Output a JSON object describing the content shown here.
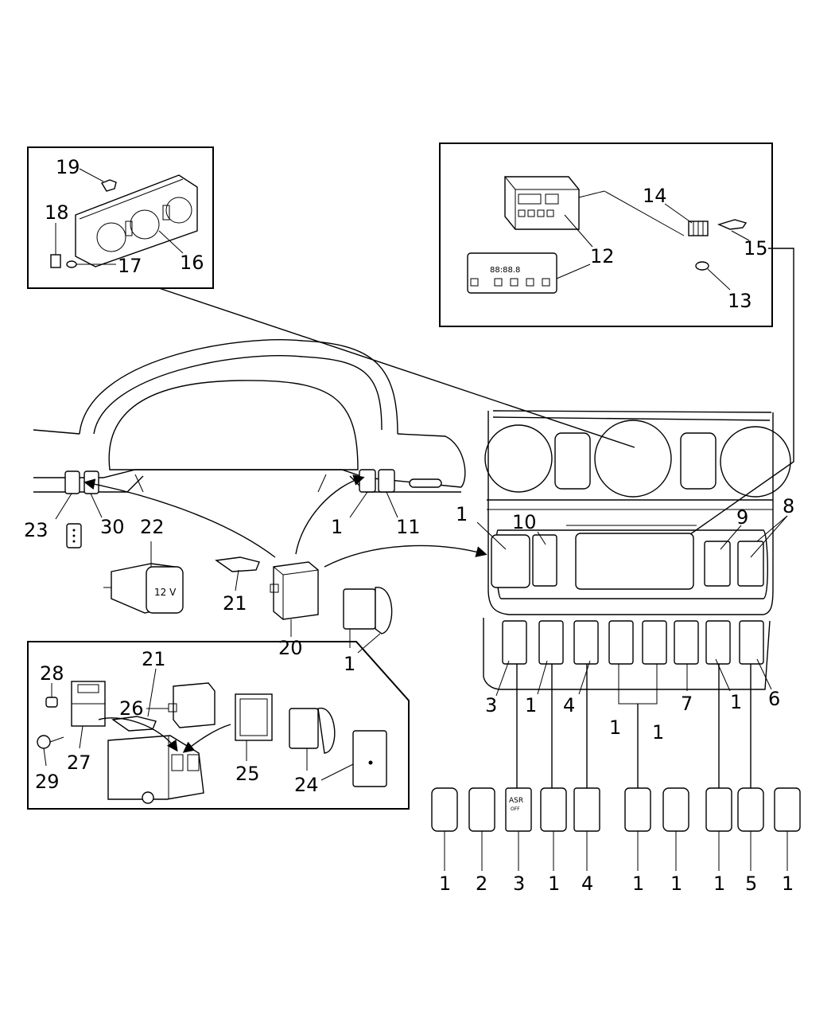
{
  "callouts": {
    "c19": "19",
    "c18": "18",
    "c17": "17",
    "c16": "16",
    "c14": "14",
    "c15": "15",
    "c12": "12",
    "c13": "13",
    "c23": "23",
    "c30": "30",
    "c22": "22",
    "c21a": "21",
    "c20": "20",
    "c1a": "1",
    "c11": "11",
    "c1b": "1",
    "c1c": "1",
    "c10": "10",
    "c9": "9",
    "c8": "8",
    "c3a": "3",
    "c1d": "1",
    "c4a": "4",
    "c7": "7",
    "c1e": "1",
    "c6": "6",
    "c1f": "1",
    "c1g": "1",
    "c28": "28",
    "c21b": "21",
    "c26": "26",
    "c29": "29",
    "c27": "27",
    "c25": "25",
    "c24": "24",
    "b1": "1",
    "b2": "2",
    "b3": "3",
    "b4": "1",
    "b5": "4",
    "b6": "1",
    "b7": "1",
    "b8": "1",
    "b9": "5",
    "b10": "1"
  },
  "switch_text": {
    "socket_12v": "12 V",
    "asr": "ASR",
    "asr_sub": "OFF",
    "display_digits": "88:88.8"
  },
  "icons": {
    "socket": "power-socket-icon",
    "asr": "traction-control-icon",
    "heater": "seat-heater-icon",
    "light": "interior-light-icon"
  }
}
